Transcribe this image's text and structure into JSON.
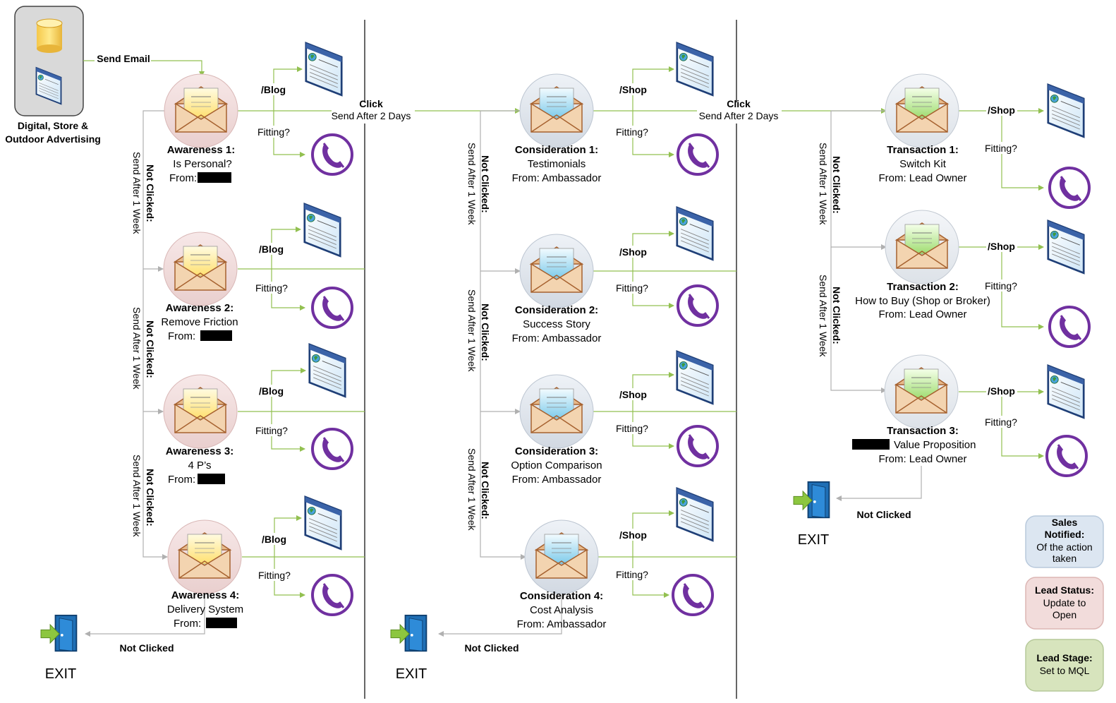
{
  "source": {
    "label_line1": "Digital, Store &",
    "label_line2": "Outdoor Advertising",
    "send_email": "Send Email"
  },
  "columns": [
    {
      "emails": [
        {
          "title": "Awareness 1:",
          "line1": "Is Personal?",
          "line2": "From:"
        },
        {
          "title": "Awareness 2:",
          "line1": "Remove Friction",
          "line2": "From:"
        },
        {
          "title": "Awareness 3:",
          "line1": "4 P’s",
          "line2": "From:"
        },
        {
          "title": "Awareness 4:",
          "line1": "Delivery System",
          "line2": "From:"
        }
      ],
      "link": "/Blog",
      "fitting": "Fitting?"
    },
    {
      "emails": [
        {
          "title": "Consideration 1:",
          "line1": "Testimonials",
          "line2": "From: Ambassador"
        },
        {
          "title": "Consideration 2:",
          "line1": "Success Story",
          "line2": "From: Ambassador"
        },
        {
          "title": "Consideration 3:",
          "line1": "Option Comparison",
          "line2": "From: Ambassador"
        },
        {
          "title": "Consideration 4:",
          "line1": "Cost Analysis",
          "line2": "From: Ambassador"
        }
      ],
      "link": "/Shop",
      "fitting": "Fitting?"
    },
    {
      "emails": [
        {
          "title": "Transaction 1:",
          "line1": "Switch Kit",
          "line2": "From: Lead Owner"
        },
        {
          "title": "Transaction 2:",
          "line1": "How to Buy (Shop or Broker)",
          "line2": "From: Lead Owner"
        },
        {
          "title": "Transaction 3:",
          "line1": "Value Proposition",
          "line2": "From: Lead Owner"
        }
      ],
      "link": "/Shop",
      "fitting": "Fitting?"
    }
  ],
  "transitions": {
    "click": "Click",
    "send_after_days": "Send After 2 Days",
    "not_clicked": "Not Clicked:",
    "send_after_week": "Send After 1 Week",
    "not_clicked_exit": "Not Clicked",
    "exit": "EXIT"
  },
  "legend": [
    {
      "title": "Sales",
      "title2": "Notified:",
      "line1": "Of the action",
      "line2": "taken",
      "color": "#dce6f1",
      "border": "#b8c9dc"
    },
    {
      "title": "Lead Status:",
      "title2": "",
      "line1": "Update to",
      "line2": "Open",
      "color": "#f2dcdb",
      "border": "#dcb6b4"
    },
    {
      "title": "Lead Stage:",
      "title2": "",
      "line1": "Set to MQL",
      "line2": "",
      "color": "#d7e4bd",
      "border": "#b6c99a"
    }
  ],
  "colors": {
    "connector": "#92c050",
    "gray_connector": "#b0b0b0",
    "phone": "#7030a0",
    "awareness_circle": "#f2dcdb",
    "consideration_circle": "#dce3ec",
    "transaction_circle": "#e8ecf2"
  },
  "icons": {
    "database": "database-icon",
    "web_page": "web-page-icon",
    "phone": "phone-icon",
    "envelope": "envelope-icon",
    "exit_door": "exit-door-icon"
  }
}
